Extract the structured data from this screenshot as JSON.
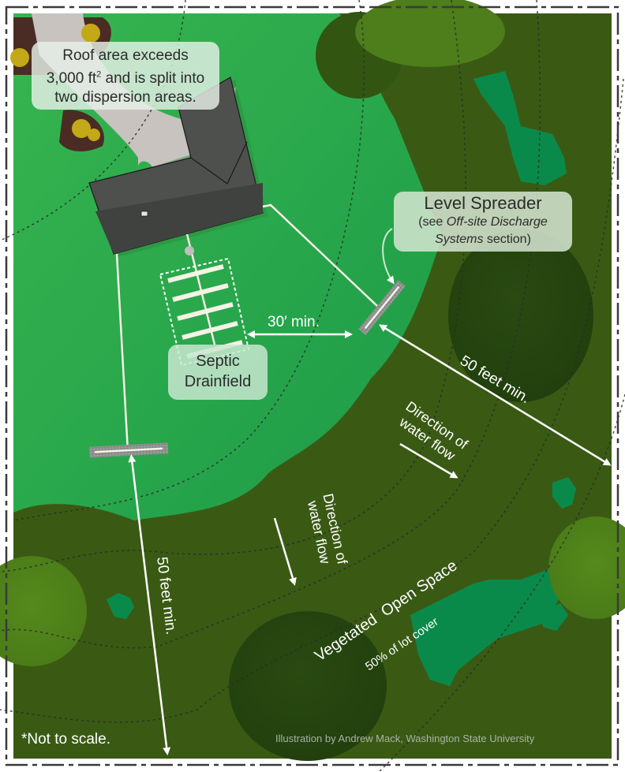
{
  "title": "Roof runoff dispersion site plan",
  "callouts": {
    "roof": {
      "line1": "Roof area exceeds",
      "line2_pre": "3,000 ft",
      "line2_sup": "2",
      "line2_post": " and is split into",
      "line3": "two dispersion areas."
    },
    "level_spreader": {
      "title": "Level Spreader",
      "sub_pre": "(see ",
      "sub_italic": "Off-site Discharge",
      "sub_italic2": "Systems",
      "sub_post": " section)"
    },
    "septic": {
      "line1": "Septic",
      "line2": "Drainfield"
    }
  },
  "dimensions": {
    "septic_to_spreader": "30′ min.",
    "spreader_to_property_line": "50 feet min.",
    "left_spreader_to_property_line": "50 feet min."
  },
  "flow_labels": {
    "right": {
      "line1": "Direction of",
      "line2": "water flow"
    },
    "center": {
      "line1": "Direction of",
      "line2": "water flow"
    }
  },
  "vegetated_area": {
    "title": "Vegetated  Open Space",
    "subtitle": "50% of lot cover"
  },
  "footnote": "*Not to scale.",
  "credit": "Illustration by Andrew Mack, Washington State University",
  "colors": {
    "lawn_light": "#31b04e",
    "lawn_dark": "#078443",
    "forest": "#3a5a14",
    "forest_dark": "#2b4a10",
    "forest_light": "#4d7d1a",
    "meadow_teal": "#0a8a4a",
    "roof": "#4a4d4a",
    "driveway": "#c8c2c0",
    "soil": "#4a2c24",
    "shrub": "#c3a818",
    "property_line": "#3a3a3a"
  }
}
